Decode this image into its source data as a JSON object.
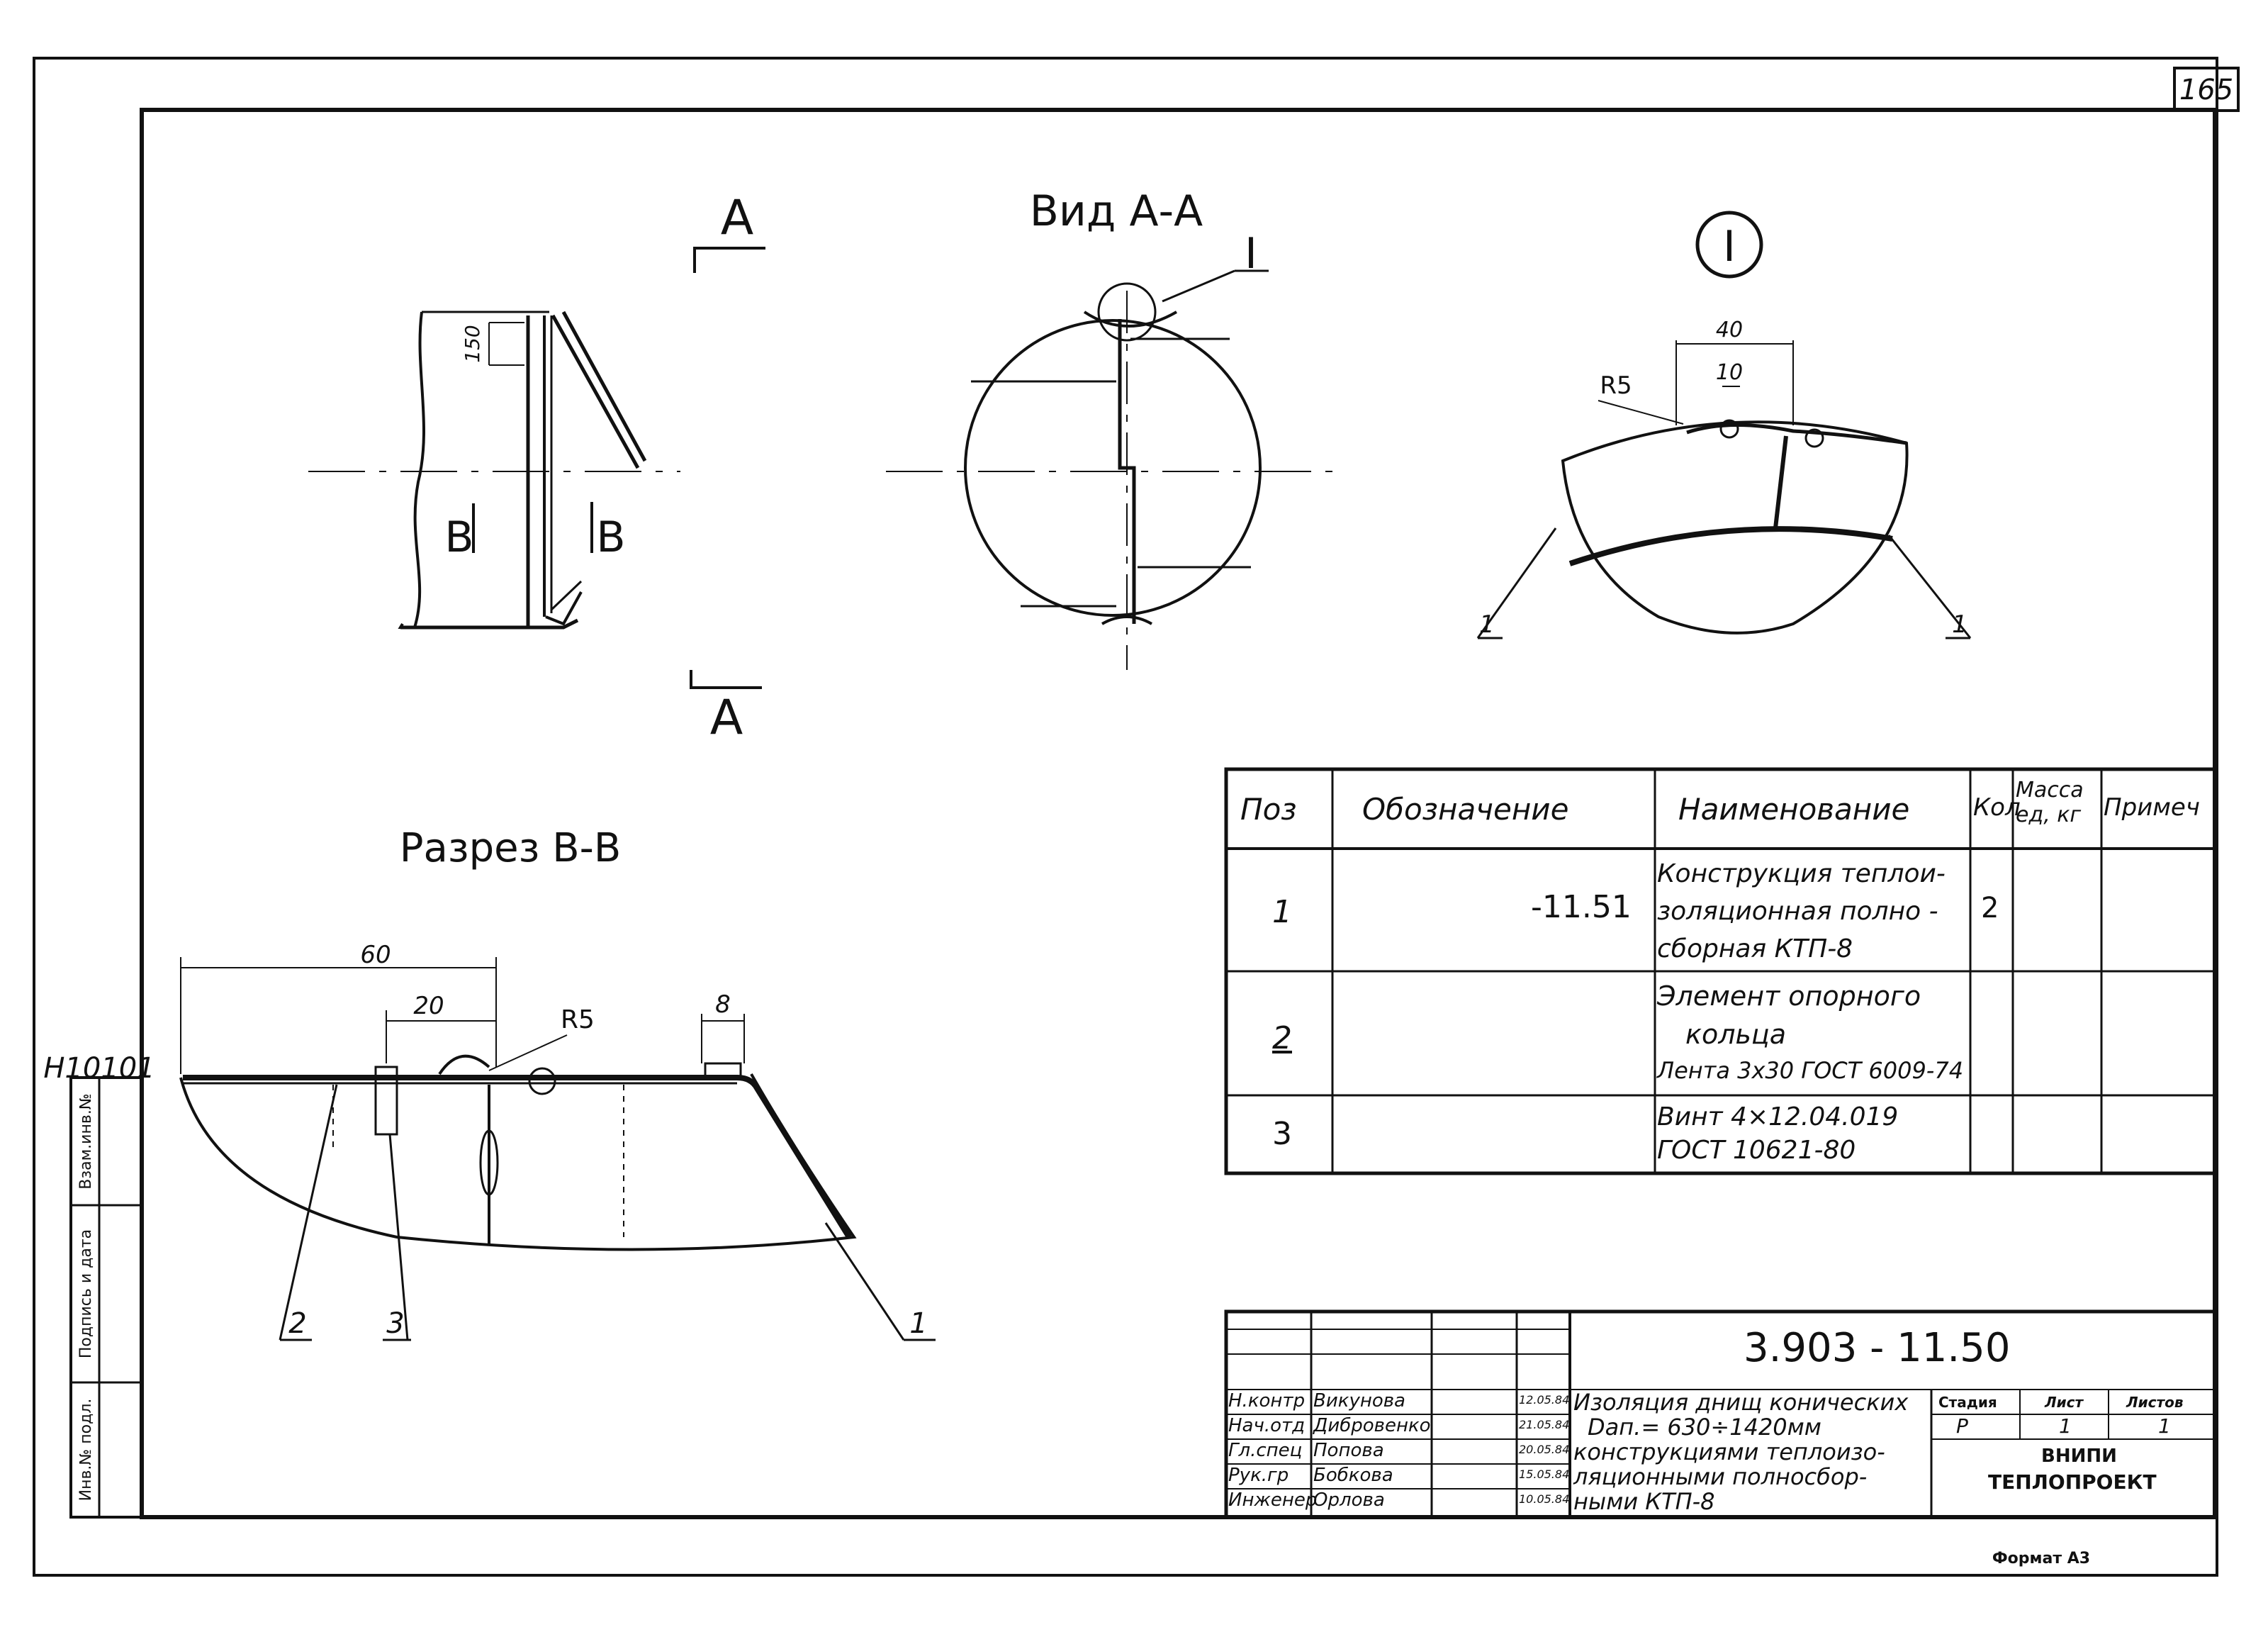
{
  "sheet_number": "165",
  "side_code": "Н10101",
  "side_columns": [
    "Взам.инв.№",
    "Подпись и дата",
    "Инв.№ подл."
  ],
  "views": {
    "section_mark_top": "А",
    "section_mark_bottom": "А",
    "view_aa_title": "Вид А-А",
    "node_label": "I",
    "node_circle_label": "I",
    "cut_b_left": "В",
    "cut_b_right": "В",
    "section_bb_title": "Разрез В-В"
  },
  "dimensions": {
    "left_view_150": "150",
    "node_40": "40",
    "node_10": "10",
    "node_r5": "R5",
    "bb_60": "60",
    "bb_20": "20",
    "bb_8": "8",
    "bb_r5": "R5"
  },
  "callouts": {
    "node_left": "1",
    "node_right": "1",
    "bb_pos2": "2",
    "bb_pos3": "3",
    "bb_pos1": "1"
  },
  "spec_table": {
    "headers": [
      "Поз",
      "Обозначение",
      "Наименование",
      "Кол",
      "Масса ед, кг",
      "Примеч"
    ],
    "rows": [
      {
        "pos": "1",
        "designation": "-11.51",
        "name": [
          "Конструкция теплои-",
          "золяционная полно -",
          "сборная КТП-8"
        ],
        "qty": "2",
        "mass": "",
        "note": ""
      },
      {
        "pos": "2",
        "designation": "",
        "name": [
          "Элемент опорного",
          "кольца",
          "Лента 3х30 ГОСТ 6009-74"
        ],
        "qty": "",
        "mass": "",
        "note": ""
      },
      {
        "pos": "3",
        "designation": "",
        "name": [
          "Винт 4×12.04.019",
          "ГОСТ 10621-80"
        ],
        "qty": "",
        "mass": "",
        "note": ""
      }
    ]
  },
  "title_block": {
    "doc_code": "3.903 - 11.50",
    "roles": [
      "Н.контр",
      "Нач.отд",
      "Гл.спец",
      "Рук.гр",
      "Инженер"
    ],
    "names": [
      "Викунова",
      "Дибровенко",
      "Попова",
      "Бобкова",
      "Орлова"
    ],
    "dates": [
      "12.05.84",
      "21.05.84",
      "20.05.84",
      "15.05.84",
      "10.05.84"
    ],
    "title_lines": [
      "Изоляция днищ конических",
      "Dап.= 630÷1420мм",
      "конструкциями теплоизо-",
      "ляционными полносбор-",
      "ными КТП-8"
    ],
    "stage_header": "Стадия",
    "sheet_header": "Лист",
    "sheets_header": "Листов",
    "stage_value": "Р",
    "sheet_value": "1",
    "sheets_value": "1",
    "org_line1": "ВНИПИ",
    "org_line2": "ТЕПЛОПРОЕКТ"
  },
  "format_label": "Формат А3"
}
